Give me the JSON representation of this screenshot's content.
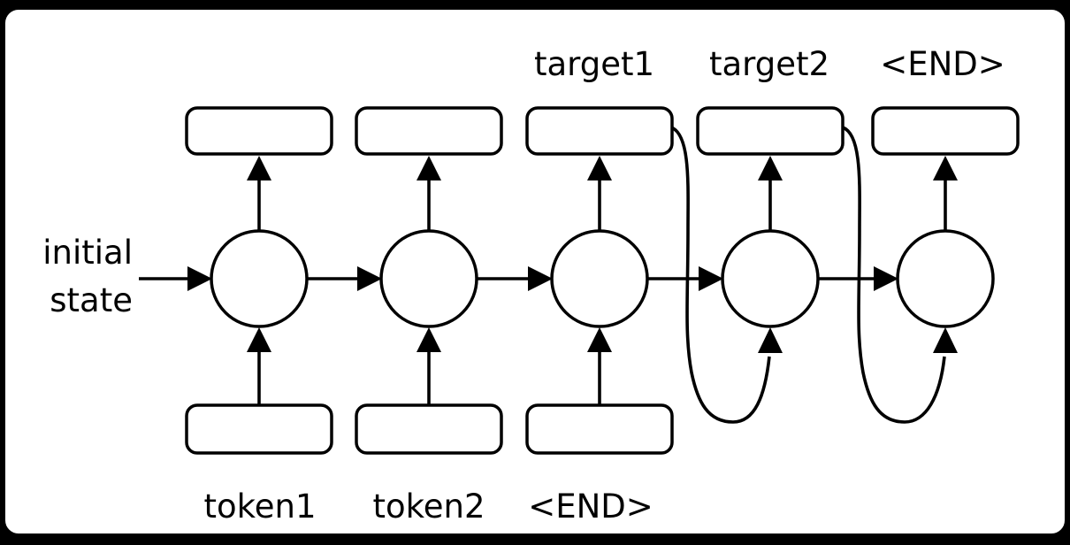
{
  "colors": {
    "background": "#000000",
    "canvas": "#ffffff",
    "ink": "#000000"
  },
  "diagram": {
    "kind": "recurrent-network-unrolled",
    "labels": {
      "initial_state": [
        "initial",
        "state"
      ],
      "inputs": [
        "token1",
        "token2",
        "<END>"
      ],
      "outputs": [
        "target1",
        "target2",
        "<END>"
      ]
    }
  }
}
